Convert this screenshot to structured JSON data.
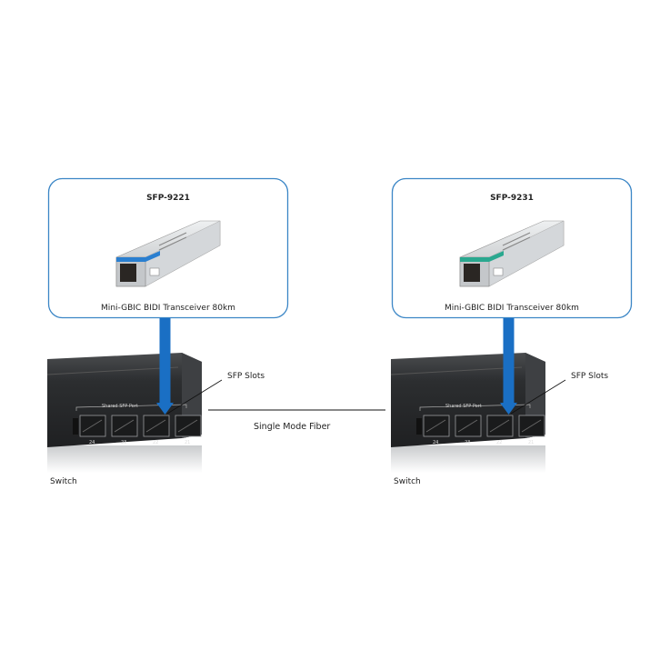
{
  "colors": {
    "frame": "#3b86c6",
    "arrow": "#1a6fc4",
    "switch_body": "#2f3133",
    "left_accent": "#2a7fd0",
    "right_accent": "#2aa88f"
  },
  "panels": [
    {
      "model": "SFP-9221",
      "description": "Mini-GBIC BIDI Transceiver 80km",
      "accent": "left_accent",
      "slots_label": "SFP Slots",
      "switch_label": "Switch",
      "port_group_label": "Shared SFP Port",
      "ports": [
        "24",
        "23",
        "22",
        "21"
      ]
    },
    {
      "model": "SFP-9231",
      "description": "Mini-GBIC BIDI Transceiver 80km",
      "accent": "right_accent",
      "slots_label": "SFP Slots",
      "switch_label": "Switch",
      "port_group_label": "Shared SFP Port",
      "ports": [
        "24",
        "23",
        "22",
        "21"
      ]
    }
  ],
  "link": {
    "label": "Single Mode Fiber"
  }
}
